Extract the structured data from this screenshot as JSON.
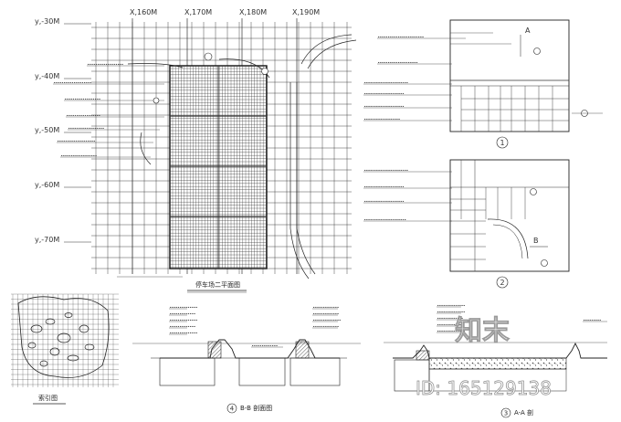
{
  "plan": {
    "x_axis_labels": [
      "X,160M",
      "X,170M",
      "X,180M",
      "X,190M"
    ],
    "y_axis_labels": [
      "y,-30M",
      "y,-40M",
      "y,-50M",
      "y,-60M",
      "y,-70M"
    ],
    "title": "停车场二平面图"
  },
  "detail1": {
    "number": "1",
    "section_marker": "A"
  },
  "detail2": {
    "number": "2",
    "section_marker": "B"
  },
  "detail3": {
    "number": "3",
    "title": "A-A 剖"
  },
  "detail4": {
    "number": "4",
    "title": "B-B 剖面图"
  },
  "index_plan": {
    "title": "索引图"
  },
  "watermark": {
    "brand": "知末",
    "id_text": "ID: 165129138"
  },
  "colors": {
    "line": "#222222",
    "hatch": "#555555",
    "paper": "#ffffff"
  }
}
